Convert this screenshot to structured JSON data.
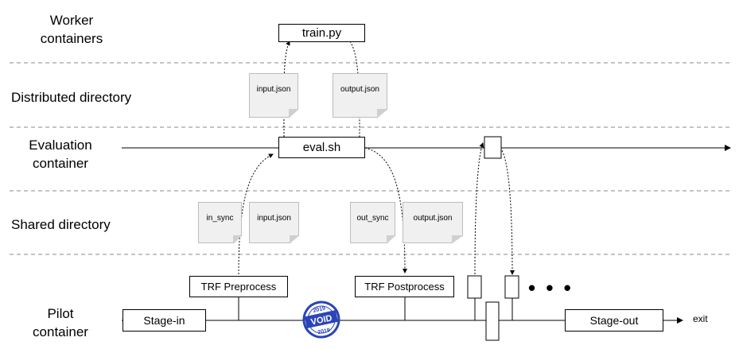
{
  "rows": {
    "worker": "Worker\ncontainers",
    "distributed": "Distributed directory",
    "evaluation": "Evaluation\ncontainer",
    "shared": "Shared directory",
    "pilot": "Pilot\ncontainer"
  },
  "boxes": {
    "train": "train.py",
    "eval": "eval.sh",
    "trf_pre": "TRF Preprocess",
    "trf_post": "TRF Postprocess",
    "stage_in": "Stage-in",
    "stage_out": "Stage-out"
  },
  "docs": {
    "dist_input": "input.json",
    "dist_output": "output.json",
    "in_sync": "in_sync",
    "shared_input": "input.json",
    "out_sync": "out_sync",
    "shared_output": "output.json"
  },
  "ellipsis": "• • •",
  "exit_label": "exit",
  "void_stamp": {
    "text": "VOID",
    "ring_text": "2019",
    "color": "#2b44b8"
  },
  "colors": {
    "line": "#000000",
    "separator": "#888888",
    "doc_fill": "#f0f0f0"
  }
}
